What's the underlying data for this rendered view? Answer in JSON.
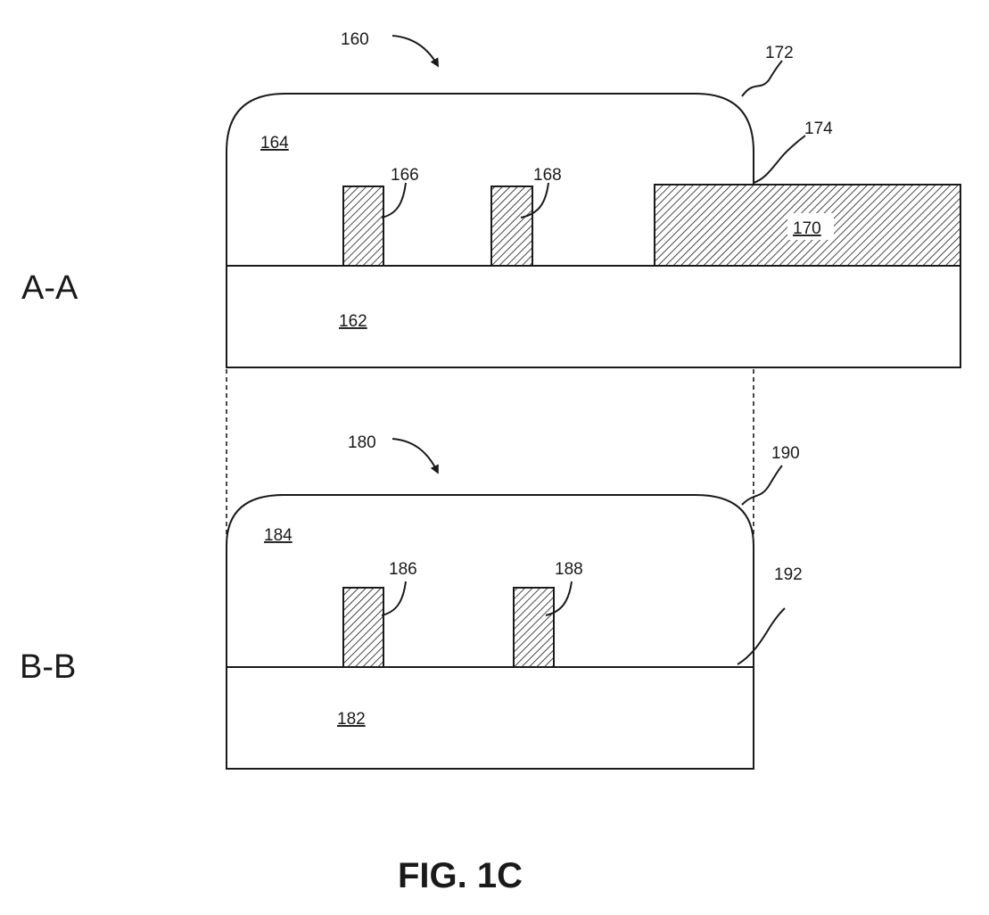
{
  "figure": {
    "caption": "FIG. 1C",
    "section_a": {
      "label": "A-A",
      "ref_structure": "160",
      "ref_substrate": "162",
      "ref_layer": "164",
      "ref_fin_1": "166",
      "ref_fin_2": "168",
      "ref_pad": "170",
      "ref_top_surface": "172",
      "ref_pad_edge": "174"
    },
    "section_b": {
      "label": "B-B",
      "ref_structure": "180",
      "ref_substrate": "182",
      "ref_layer": "184",
      "ref_fin_1": "186",
      "ref_fin_2": "188",
      "ref_top_surface": "190",
      "ref_interface": "192"
    }
  }
}
